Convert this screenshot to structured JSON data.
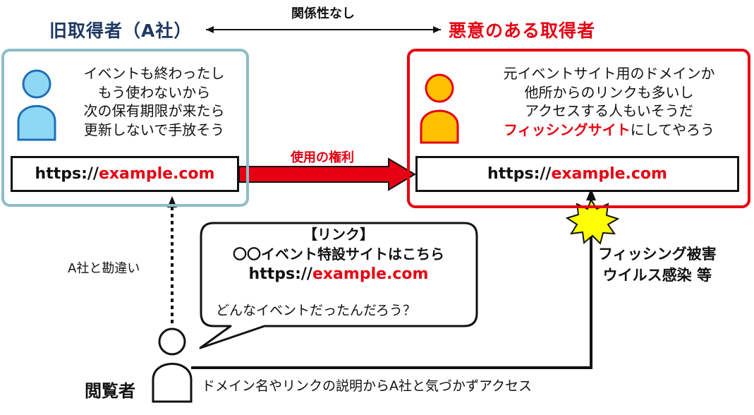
{
  "header": {
    "old_owner_title": "旧取得者（A社）",
    "new_owner_title": "悪意のある取得者",
    "relation_label": "関係性なし"
  },
  "old_owner": {
    "speech_lines": [
      "イベントも終わったし",
      "もう使わないから",
      "次の保有期限が来たら",
      "更新しないで手放そう"
    ],
    "url_prefix": "https://",
    "url_domain": "example.com",
    "box_color": "#8fbcc8",
    "person_fill": "#8fd8f5",
    "person_stroke": "#1f6fb5"
  },
  "new_owner": {
    "speech_lines": [
      "元イベントサイト用のドメインか",
      "他所からのリンクも多いし",
      "アクセスする人もいそうだ"
    ],
    "speech_last_highlight": "フィッシングサイト",
    "speech_last_rest": "にしてやろう",
    "url_prefix": "https://",
    "url_domain": "example.com",
    "box_color": "#e60012",
    "person_fill": "#ffc000",
    "person_stroke": "#e60012"
  },
  "transfer": {
    "label": "使用の権利",
    "arrow_color": "#e60012"
  },
  "link_card": {
    "heading": "【リンク】",
    "name": "〇〇イベント特設サイトはこちら",
    "url_prefix": "https://",
    "url_domain": "example.com",
    "thought": "どんなイベントだったんだろう？"
  },
  "labels": {
    "mistake": "A社と勘違い",
    "damage_line1": "フィッシング被害",
    "damage_line2": "ウイルス感染 等",
    "viewer": "閲覧者",
    "access": "ドメイン名やリンクの説明からA社と気づかずアクセス"
  },
  "colors": {
    "accent_red": "#e60012",
    "navy": "#1f3864",
    "burst_yellow": "#ffff00"
  }
}
